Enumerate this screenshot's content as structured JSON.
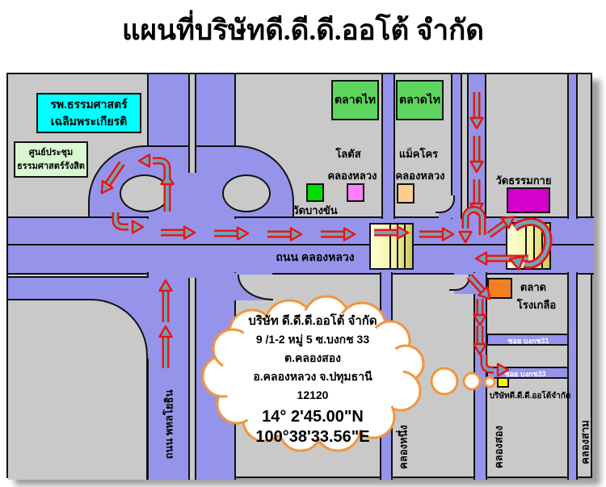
{
  "title": "แผนที่บริษัทดี.ดี.ดี.ออโต้ จำกัด",
  "landmarks": {
    "hospital_line1": "รพ.ธรรมศาสตร์",
    "hospital_line2": "เฉลิมพระเกียรติ",
    "convention_line1": "ศูนย์ประชุม",
    "convention_line2": "ธรรมศาสตร์รังสิต",
    "talaad_thai_left": "ตลาดไท",
    "talaad_thai_right": "ตลาดไท",
    "lotus_line1": "โลตัส",
    "lotus_line2": "คลองหลวง",
    "makro_line1": "แม็คโคร",
    "makro_line2": "คลองหลวง",
    "wat_bangkhan": "วัดบางขัน",
    "wat_dhammakaya": "วัดธรรมกาย",
    "rongkluea_line1": "ตลาด",
    "rongkluea_line2": "โรงเกลือ",
    "company_marker_label": "บริษัทดี.ดี.ดี.ออโต้จำกัด"
  },
  "roads": {
    "khlong_luang": "ถนน คลองหลวง",
    "phahonyothin": "ถนน พหลโยธิน",
    "khlong_nueng": "คลองหนึ่ง",
    "khlong_song": "คลองสอง",
    "khlong_sam": "คลองสาม",
    "soi_bongkot_31": "ซอย บงกช31",
    "soi_bongkot_33": "ซอย บงกช33"
  },
  "callout": {
    "company": "บริษัท ดี.ดี.ดี.ออโต้ จำกัด",
    "address1": "9 /1-2 หมู่ 5 ซ.บงกช 33",
    "address2": "ต.คลองสอง",
    "address3": "อ.คลองหลวง  จ.ปทุมธานี",
    "postcode": "12120",
    "latitude": "14° 2'45.00\"N",
    "longitude": "100°38'33.56\"E"
  },
  "colors": {
    "road": "#9694EA",
    "map_background": "#C9C9C9",
    "arrow_outline": "#EE1111",
    "arrow_fill": "#6FA3BC",
    "callout_outline": "#F2953E",
    "hospital_box": "#00FFFF",
    "convention_box": "#D9F7D0",
    "market_box": "#5ED65E",
    "wat_bangkhan_box": "#00DD00",
    "lotus_box": "#FF80FF",
    "makro_box": "#FACD91",
    "wat_dhammakaya_box": "#D400CC",
    "rongkluea_box": "#F08020",
    "company_box": "#FFFF00",
    "overpass_light": "#FFFFD8",
    "overpass_dark": "#C9C960"
  }
}
